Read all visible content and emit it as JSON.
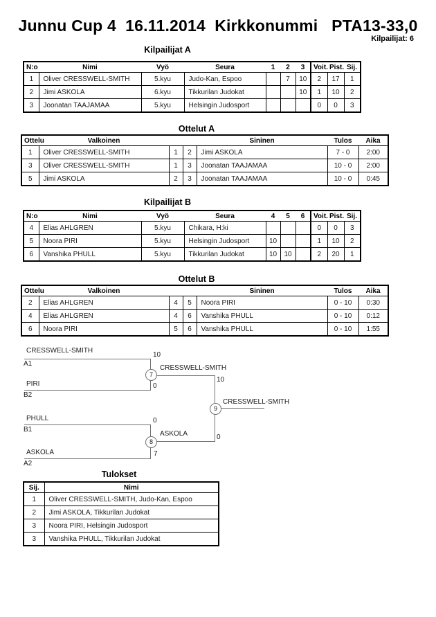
{
  "page": {
    "title": "Junnu Cup 4  16.11.2014  Kirkkonummi   PTA13-33,0",
    "competitors_label": "Kilpailijat: 6"
  },
  "sections": {
    "kilpailijat_a": "Kilpailijat A",
    "ottelut_a": "Ottelut A",
    "kilpailijat_b": "Kilpailijat B",
    "ottelut_b": "Ottelut B",
    "tulokset": "Tulokset"
  },
  "kilpailijat_a": {
    "headers": {
      "no": "N:o",
      "nimi": "Nimi",
      "vyo": "Vyö",
      "seura": "Seura",
      "c1": "1",
      "c2": "2",
      "c3": "3",
      "voit": "Voit.",
      "pist": "Pist.",
      "sij": "Sij."
    },
    "rows": [
      {
        "no": "1",
        "nimi": "Oliver CRESSWELL-SMITH",
        "vyo": "5.kyu",
        "seura": "Judo-Kan, Espoo",
        "c1": "",
        "c2": "7",
        "c3": "10",
        "voit": "2",
        "pist": "17",
        "sij": "1"
      },
      {
        "no": "2",
        "nimi": "Jimi ASKOLA",
        "vyo": "6.kyu",
        "seura": "Tikkurilan Judokat",
        "c1": "",
        "c2": "",
        "c3": "10",
        "voit": "1",
        "pist": "10",
        "sij": "2"
      },
      {
        "no": "3",
        "nimi": "Joonatan TAAJAMAA",
        "vyo": "5.kyu",
        "seura": "Helsingin Judosport",
        "c1": "",
        "c2": "",
        "c3": "",
        "voit": "0",
        "pist": "0",
        "sij": "3"
      }
    ]
  },
  "ottelut_a": {
    "headers": {
      "ottelu": "Ottelu",
      "valkoinen": "Valkoinen",
      "sininen": "Sininen",
      "tulos": "Tulos",
      "aika": "Aika"
    },
    "rows": [
      {
        "ottelu": "1",
        "valkoinen": "Oliver CRESSWELL-SMITH",
        "wn": "1",
        "bn": "2",
        "sininen": "Jimi ASKOLA",
        "tulos": "7 - 0",
        "aika": "2:00"
      },
      {
        "ottelu": "3",
        "valkoinen": "Oliver CRESSWELL-SMITH",
        "wn": "1",
        "bn": "3",
        "sininen": "Joonatan TAAJAMAA",
        "tulos": "10 - 0",
        "aika": "2:00"
      },
      {
        "ottelu": "5",
        "valkoinen": "Jimi ASKOLA",
        "wn": "2",
        "bn": "3",
        "sininen": "Joonatan TAAJAMAA",
        "tulos": "10 - 0",
        "aika": "0:45"
      }
    ]
  },
  "kilpailijat_b": {
    "headers": {
      "no": "N:o",
      "nimi": "Nimi",
      "vyo": "Vyö",
      "seura": "Seura",
      "c1": "4",
      "c2": "5",
      "c3": "6",
      "voit": "Voit.",
      "pist": "Pist.",
      "sij": "Sij."
    },
    "rows": [
      {
        "no": "4",
        "nimi": "Elias AHLGREN",
        "vyo": "5.kyu",
        "seura": "Chikara, H:ki",
        "c1": "",
        "c2": "",
        "c3": "",
        "voit": "0",
        "pist": "0",
        "sij": "3"
      },
      {
        "no": "5",
        "nimi": "Noora PIRI",
        "vyo": "5.kyu",
        "seura": "Helsingin Judosport",
        "c1": "10",
        "c2": "",
        "c3": "",
        "voit": "1",
        "pist": "10",
        "sij": "2"
      },
      {
        "no": "6",
        "nimi": "Vanshika PHULL",
        "vyo": "5.kyu",
        "seura": "Tikkurilan Judokat",
        "c1": "10",
        "c2": "10",
        "c3": "",
        "voit": "2",
        "pist": "20",
        "sij": "1"
      }
    ]
  },
  "ottelut_b": {
    "headers": {
      "ottelu": "Ottelu",
      "valkoinen": "Valkoinen",
      "sininen": "Sininen",
      "tulos": "Tulos",
      "aika": "Aika"
    },
    "rows": [
      {
        "ottelu": "2",
        "valkoinen": "Elias AHLGREN",
        "wn": "4",
        "bn": "5",
        "sininen": "Noora PIRI",
        "tulos": "0 - 10",
        "aika": "0:30"
      },
      {
        "ottelu": "4",
        "valkoinen": "Elias AHLGREN",
        "wn": "4",
        "bn": "6",
        "sininen": "Vanshika PHULL",
        "tulos": "0 - 10",
        "aika": "0:12"
      },
      {
        "ottelu": "6",
        "valkoinen": "Noora PIRI",
        "wn": "5",
        "bn": "6",
        "sininen": "Vanshika PHULL",
        "tulos": "0 - 10",
        "aika": "1:55"
      }
    ]
  },
  "bracket": {
    "slots": [
      {
        "name": "CRESSWELL-SMITH",
        "seed": "A1",
        "score": "10"
      },
      {
        "name": "PIRI",
        "seed": "B2",
        "score": "0"
      },
      {
        "name": "PHULL",
        "seed": "B1",
        "score": "0"
      },
      {
        "name": "ASKOLA",
        "seed": "A2",
        "score": "7"
      }
    ],
    "semifinal1": {
      "match_no": "7",
      "winner": "CRESSWELL-SMITH",
      "score": "10"
    },
    "semifinal2": {
      "match_no": "8",
      "winner": "ASKOLA",
      "score": "0"
    },
    "final": {
      "match_no": "9",
      "winner": "CRESSWELL-SMITH"
    }
  },
  "tulokset": {
    "headers": {
      "sij": "Sij.",
      "nimi": "Nimi"
    },
    "rows": [
      {
        "sij": "1",
        "nimi": "Oliver CRESSWELL-SMITH, Judo-Kan, Espoo"
      },
      {
        "sij": "2",
        "nimi": "Jimi ASKOLA, Tikkurilan Judokat"
      },
      {
        "sij": "3",
        "nimi": "Noora PIRI, Helsingin Judosport"
      },
      {
        "sij": "3",
        "nimi": "Vanshika PHULL, Tikkurilan Judokat"
      }
    ]
  }
}
